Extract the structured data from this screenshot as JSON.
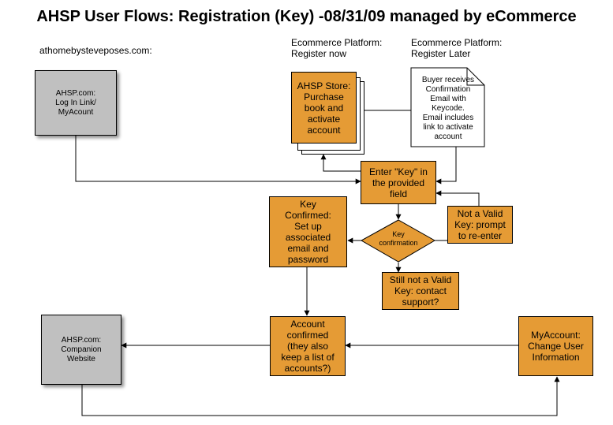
{
  "title": "AHSP User Flows: Registration (Key) -08/31/09 managed by eCommerce",
  "labels": {
    "site": "athomebysteveposes.com:",
    "platform_now_line1": "Ecommerce Platform:",
    "platform_now_line2": "Register now",
    "platform_later_line1": "Ecommerce Platform:",
    "platform_later_line2": "Register Later"
  },
  "nodes": {
    "login": {
      "line1": "AHSP.com:",
      "line2": "Log In Link/",
      "line3": "MyAcount"
    },
    "store": {
      "line1": "AHSP Store:",
      "line2": "Purchase",
      "line3": "book and",
      "line4": "activate",
      "line5": "account"
    },
    "email": {
      "line1": "Buyer receives",
      "line2": "Confirmation",
      "line3": "Email with",
      "line4": "Keycode.",
      "line5": "Email includes",
      "line6": "link to activate",
      "line7": "account"
    },
    "enter_key": {
      "line1": "Enter \"Key\" in",
      "line2": "the provided",
      "line3": "field"
    },
    "key_confirmed": {
      "line1": "Key",
      "line2": "Confirmed:",
      "line3": "Set up",
      "line4": "associated",
      "line5": "email and",
      "line6": "password"
    },
    "decision": {
      "line1": "Key",
      "line2": "confirmation"
    },
    "not_valid": {
      "line1": "Not a Valid",
      "line2": "Key: prompt",
      "line3": "to re-enter"
    },
    "still_not_valid": {
      "line1": "Still not a Valid",
      "line2": "Key: contact",
      "line3": "support?"
    },
    "account_confirmed": {
      "line1": "Account",
      "line2": "confirmed",
      "line3": "(they also",
      "line4": "keep a list of",
      "line5": "accounts?)"
    },
    "companion": {
      "line1": "AHSP.com:",
      "line2": "Companion",
      "line3": "Website"
    },
    "myaccount": {
      "line1": "MyAccount:",
      "line2": "Change User",
      "line3": "Information"
    }
  },
  "colors": {
    "process": "#e59b35",
    "external": "#c0c0c0",
    "document": "#ffffff"
  }
}
